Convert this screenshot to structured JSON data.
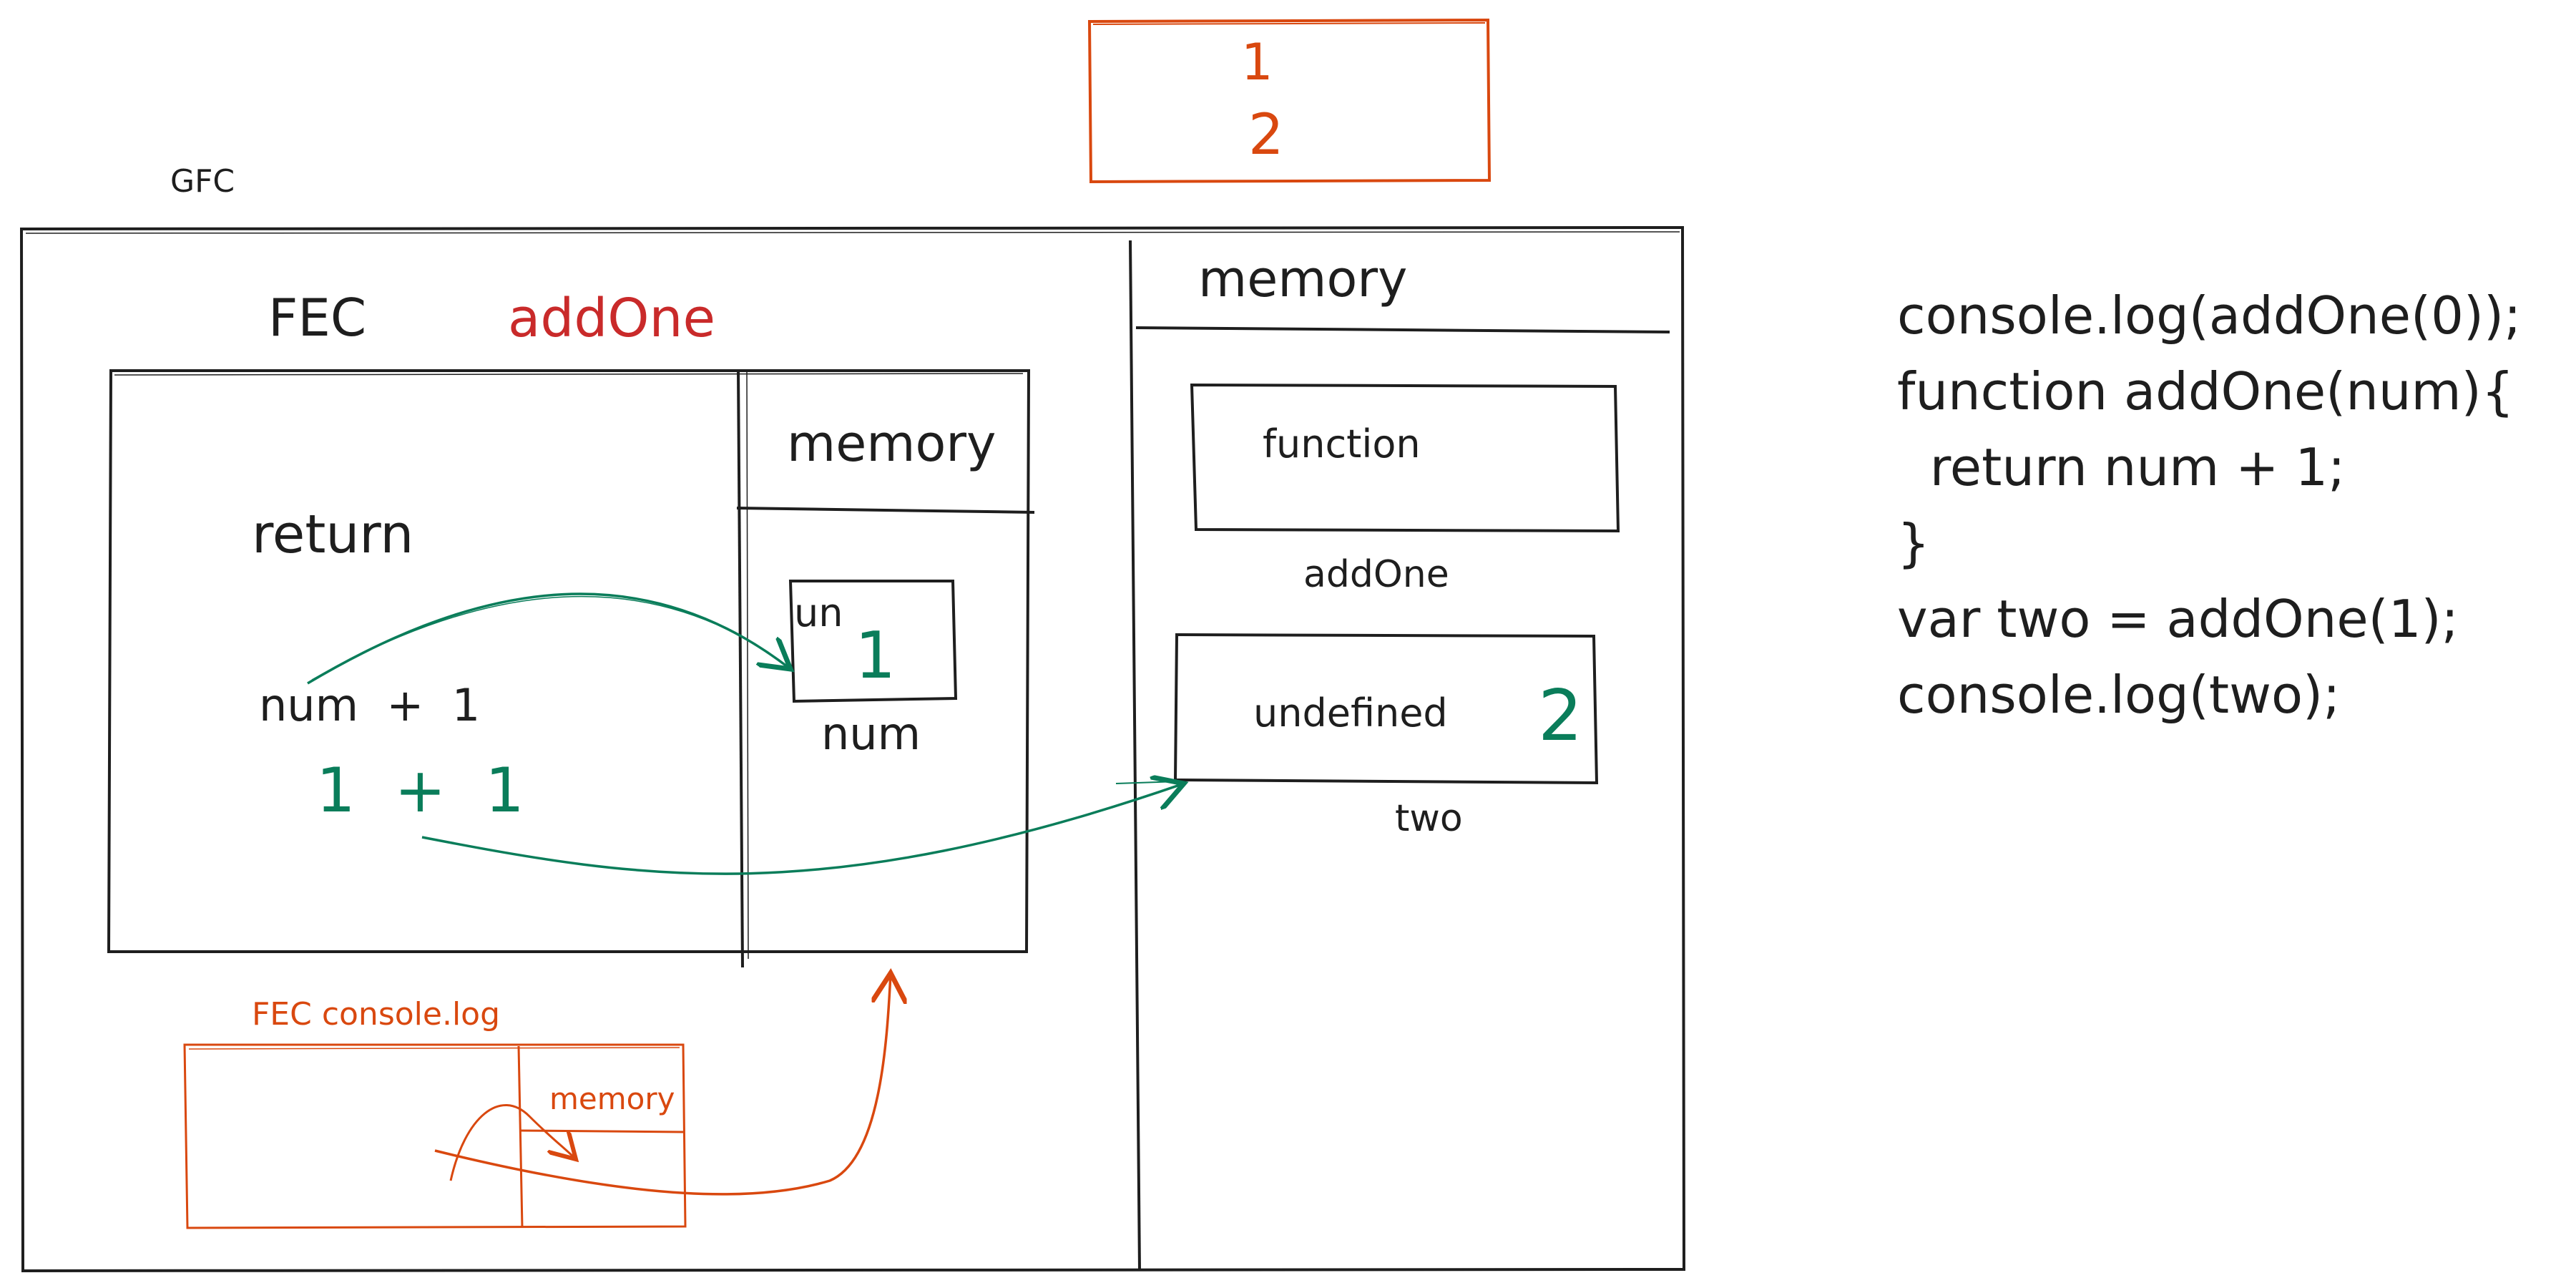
{
  "colors": {
    "ink": "#1e1e1e",
    "green": "#0a7d5a",
    "orange": "#d9480f",
    "red": "#c92a2a"
  },
  "output_box": {
    "lines": [
      "1",
      "2"
    ]
  },
  "gec": {
    "label": "GFC",
    "memory_label": "memory",
    "function_box_text": "function",
    "function_box_name": "addOne",
    "two_box_text": "undefined",
    "two_box_value": "2",
    "two_box_name": "two"
  },
  "fec_addone": {
    "label": "FEC",
    "name": "addOne",
    "return_label": "return",
    "expression": "num  +  1",
    "evaluated": "1  +  1",
    "memory_label": "memory",
    "num_box_text": "un",
    "num_box_value": "1",
    "num_box_name": "num"
  },
  "fec_console": {
    "label": "FEC console.log",
    "memory_label": "memory"
  },
  "code": {
    "lines": [
      "console.log(addOne(0));",
      "function addOne(num){",
      "  return num + 1;",
      "}",
      "var two = addOne(1);",
      "console.log(two);"
    ]
  }
}
